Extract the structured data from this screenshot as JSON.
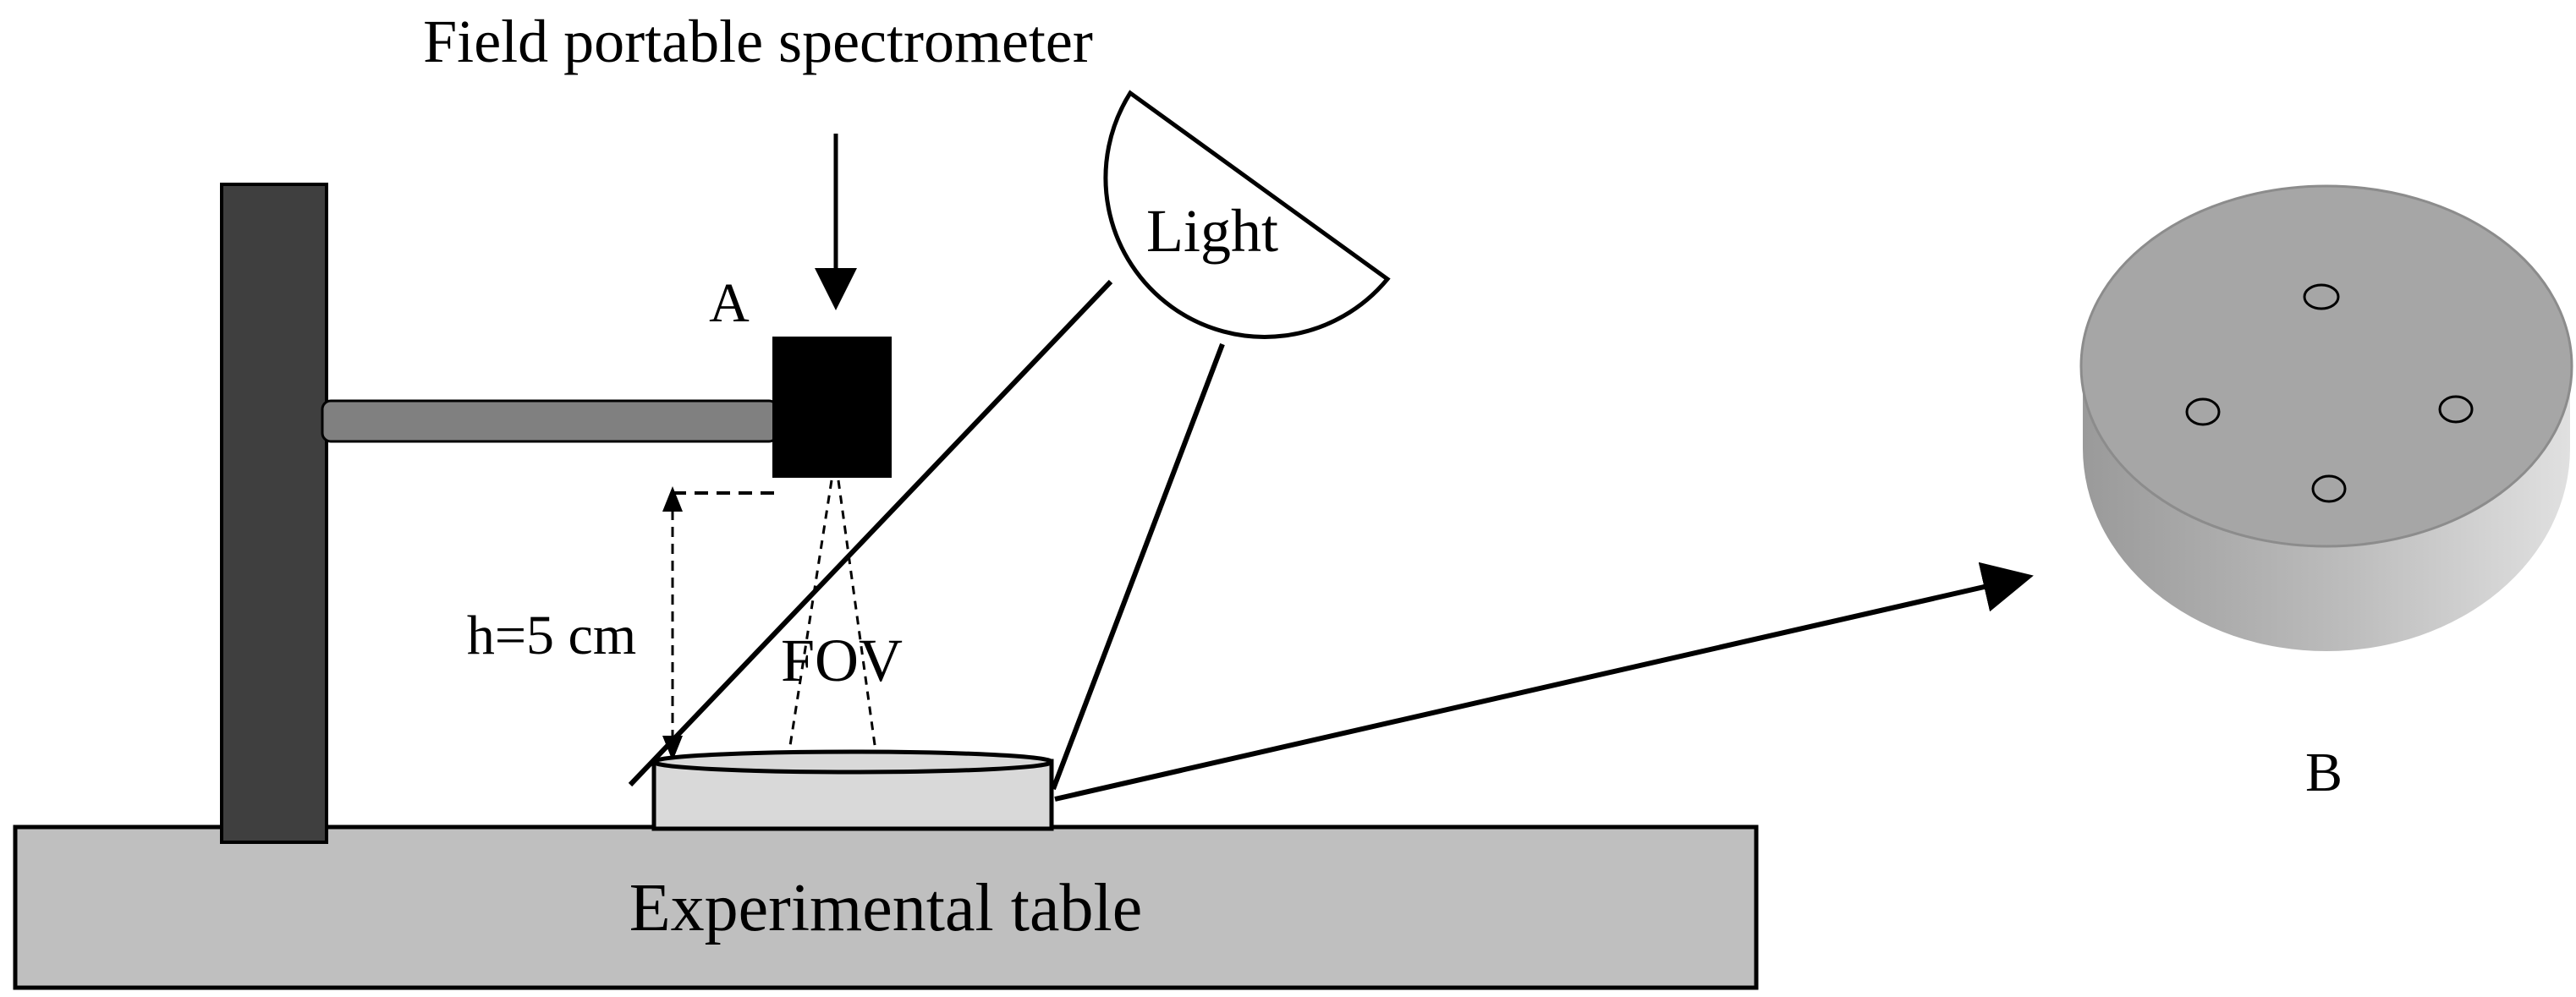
{
  "labels": {
    "spectrometer": "Field portable spectrometer",
    "panel_a": "A",
    "light": "Light",
    "height": "h=5 cm",
    "fov": "FOV",
    "table": "Experimental table",
    "panel_b": "B"
  },
  "colors": {
    "stand": "#3f3f3f",
    "arm": "#808080",
    "spectrometer_head": "#000000",
    "table": "#bfbfbf",
    "sample_dish": "#d9d9d9",
    "sample_top": "#a6a6a6",
    "sample_side": "#b8b8b8"
  }
}
